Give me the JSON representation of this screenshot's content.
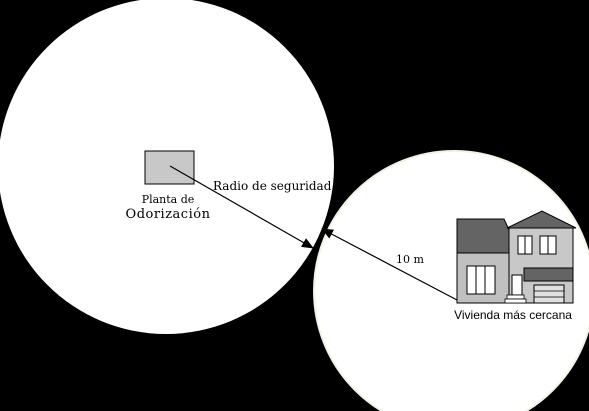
{
  "diagram": {
    "plant_label_line1": "Planta de",
    "plant_label_line2": "Odorización",
    "radius_label": "Radio de seguridad",
    "distance_label": "10 m",
    "house_label": "Vivienda más cercana"
  },
  "colors": {
    "background": "#000000",
    "circle_fill": "#ffffff",
    "circle_edge": "#f6f6ee",
    "plant_square": "#c8c8c8",
    "house_roof": "#646464",
    "house_wall": "#c0c0c0",
    "arrow": "#000000"
  },
  "icons": {
    "plant": "square-building-icon",
    "house": "house-icon"
  }
}
